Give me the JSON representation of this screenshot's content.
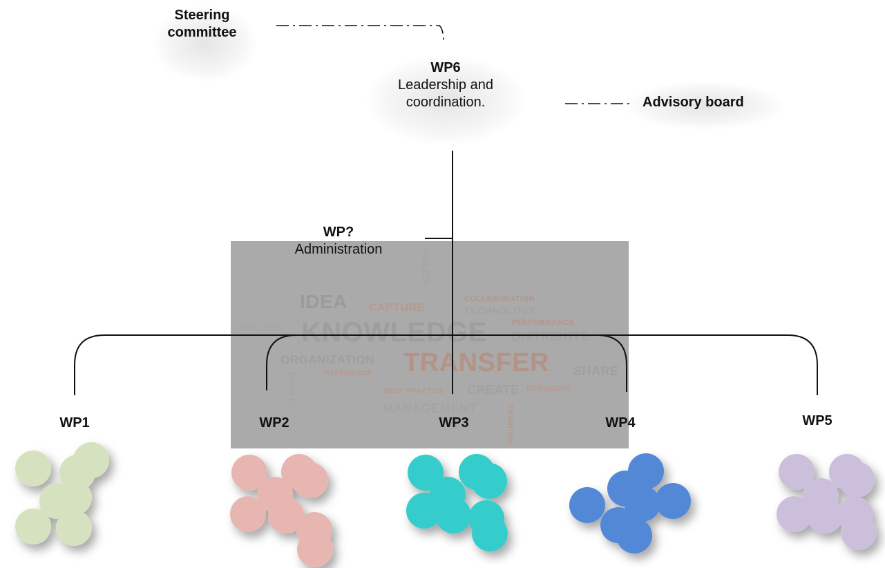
{
  "labels": {
    "steering": [
      "Steering",
      "committee"
    ],
    "wp6": {
      "title": "WP6",
      "lines": [
        "Leadership and",
        "coordination."
      ]
    },
    "advisory": "Advisory board",
    "admin": {
      "title": "WP?",
      "line": "Administration"
    },
    "wps": [
      "WP1",
      "WP2",
      "WP3",
      "WP4",
      "WP5"
    ]
  },
  "wordcloud": [
    {
      "text": "IDEA",
      "color": "#9b9b9b"
    },
    {
      "text": "CAPTURE",
      "color": "#b39a8f"
    },
    {
      "text": "COLLABORATION",
      "color": "#b3958a"
    },
    {
      "text": "TECHNOLOGY",
      "color": "#a2a2a2"
    },
    {
      "text": "PERFORMANCE",
      "color": "#b3968b"
    },
    {
      "text": "KNOWLEDGE",
      "color": "#9e9e9e"
    },
    {
      "text": "DISTRIBUTE",
      "color": "#a3a3a3"
    },
    {
      "text": "ORGANIZATION",
      "color": "#9f9f9f"
    },
    {
      "text": "TRANSFER",
      "color": "#b59286"
    },
    {
      "text": "SHARE",
      "color": "#a0a0a0"
    },
    {
      "text": "BEST PRACTICE",
      "color": "#b39a8f"
    },
    {
      "text": "CREATE",
      "color": "#a1a1a1"
    },
    {
      "text": "MANAGEMENT",
      "color": "#a4a4a4"
    },
    {
      "text": "PUBLIC",
      "color": "#a5a5a5"
    },
    {
      "text": "POLICY",
      "color": "#a5a5a5"
    },
    {
      "text": "EXPERIENCE",
      "color": "#b39a8f"
    },
    {
      "text": "TRAINING",
      "color": "#b39a8f"
    },
    {
      "text": "ECONOMIC",
      "color": "#b39a8f"
    },
    {
      "text": "SUCCESS",
      "color": "#a5a5a5"
    }
  ],
  "clusters": [
    {
      "color": "#d6e2bf"
    },
    {
      "color": "#e8b6b1"
    },
    {
      "color": "#34cccc"
    },
    {
      "color": "#5388d6"
    },
    {
      "color": "#cbbfdc"
    }
  ]
}
